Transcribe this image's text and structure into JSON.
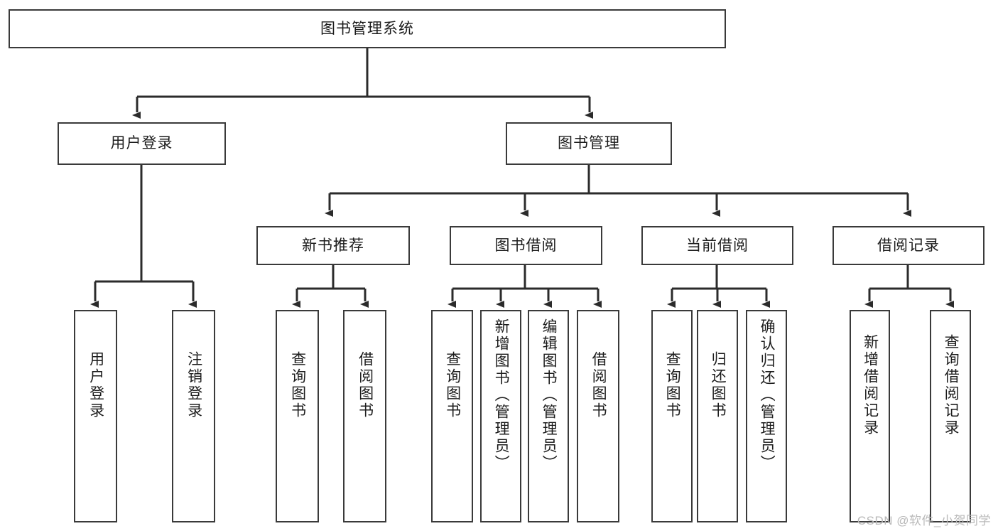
{
  "diagram": {
    "type": "tree-hierarchy-chart",
    "title_node": {
      "label": "图书管理系统"
    },
    "level2": [
      {
        "label": "用户登录"
      },
      {
        "label": "图书管理"
      }
    ],
    "level3": [
      {
        "label": "新书推荐"
      },
      {
        "label": "图书借阅"
      },
      {
        "label": "当前借阅"
      },
      {
        "label": "借阅记录"
      }
    ],
    "leaves": {
      "user_login": [
        {
          "label": "用户登录"
        },
        {
          "label": "注销登录"
        }
      ],
      "new_book_recommend": [
        {
          "label": "查询图书"
        },
        {
          "label": "借阅图书"
        }
      ],
      "book_borrow": [
        {
          "label": "查询图书"
        },
        {
          "label": "新增图书（管理员）"
        },
        {
          "label": "编辑图书（管理员）"
        },
        {
          "label": "借阅图书"
        }
      ],
      "current_borrow": [
        {
          "label": "查询图书"
        },
        {
          "label": "归还图书"
        },
        {
          "label": "确认归还（管理员）"
        }
      ],
      "borrow_record": [
        {
          "label": "新增借阅记录"
        },
        {
          "label": "查询借阅记录"
        }
      ]
    }
  },
  "watermark": {
    "text": "CSDN @软件_小贺同学"
  },
  "colors": {
    "border": "#3a3a3a",
    "text": "#1c1c1c",
    "background": "#ffffff",
    "watermark": "#b9b9b9"
  }
}
